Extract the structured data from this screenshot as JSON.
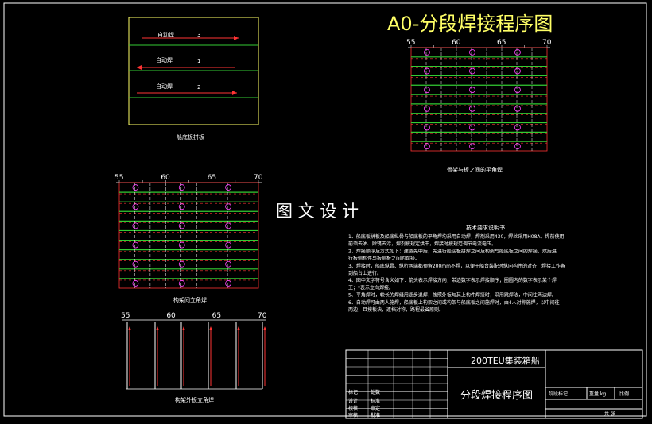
{
  "title": "A0-分段焊接程序图",
  "watermark": "图 文 设 计",
  "top_panel": {
    "caption": "船底板拼板",
    "rows": [
      {
        "label": "自动焊",
        "num": "3"
      },
      {
        "label": "自动焊",
        "num": "1"
      },
      {
        "label": "自动焊",
        "num": "2"
      }
    ]
  },
  "frame_numbers": [
    "55",
    "60",
    "65",
    "70"
  ],
  "panels": {
    "top_right_caption": "骨架与板之间的平角焊",
    "mid_left_caption": "构架间立角焊",
    "bottom_left_caption": "构架外板立角焊"
  },
  "notes": {
    "heading": "技术要求说明书",
    "lines": [
      "1、船底板拼板及船底纵骨与船底板的平角焊均采用自动焊，焊剂采用430，焊丝采用H08A，焊前使用",
      "前须去油、除锈去污，焊剂按规定烘干，焊接时按规范调节电流电压。",
      "2、焊接顺序及方式如下：建造先中后，先进行船底板拼焊之间及构架与船底板之间的焊接，然后进",
      "行板侧构件与板侧板之间的焊接。",
      "3、焊接时，船底纵骨、纵桁两端都预留200mm不焊，以便于船台装配时纵向构件的对齐，焊接工作留",
      "到船台上进行。",
      "4、图中文字符号含义如下：箭头表示焊接方向；带边数字表示焊接顺序；圈圆内的数字表示某个焊",
      "工；*表示立向焊接。",
      "5、平角焊时，较长的焊缝用逐步退焊，按照外板与其上构件焊接时，采用跳焊法，中间往两边焊。",
      "6、自动焊可由两人施焊，船底板上构架之间或构架与船底板之间施焊时，由4人对称施焊，以中间往",
      "两边，且按板块，逐档对称，路程最省原则。"
    ]
  },
  "title_block": {
    "project": "200TEU集装箱船",
    "drawing_name": "分段焊接程序图",
    "labels": {
      "designer": "设计",
      "checker": "校核",
      "approver": "审核",
      "std_check": "标准",
      "review": "审定",
      "approve2": "批准",
      "marker": "标记",
      "count": "处数",
      "stage_mark": "阶段标记",
      "weight": "重量 kg",
      "scale": "比例",
      "sheet": "共 张"
    }
  },
  "colors": {
    "background": "#000000",
    "frame": "#ffffff",
    "title": "#ffff66",
    "panel_border": "#ffff66",
    "green": "#33cc33",
    "red": "#ff3333",
    "magenta": "#ff44ff",
    "text": "#ffffff"
  },
  "icons": {
    "weld_arrow": "left-right-arrow",
    "sequence_marker": "circled-number"
  }
}
